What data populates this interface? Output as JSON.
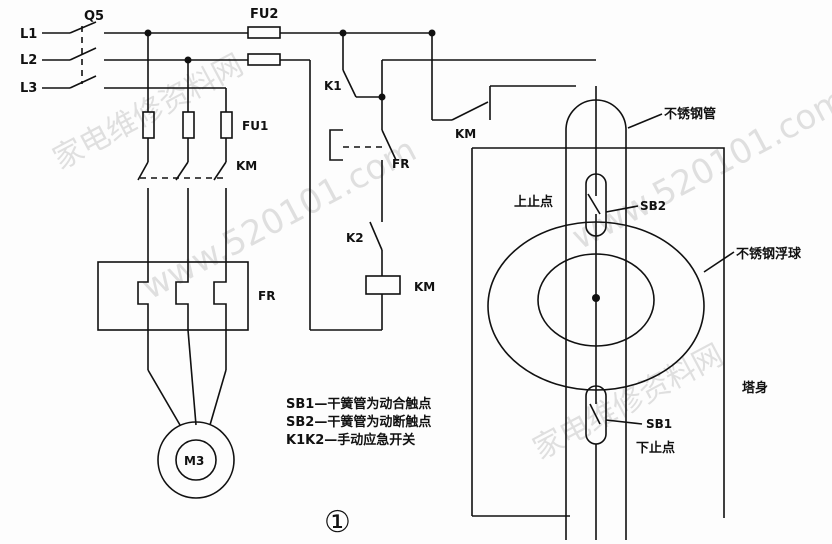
{
  "labels": {
    "l1": "L1",
    "l2": "L2",
    "l3": "L3",
    "q5": "Q5",
    "fu2": "FU2",
    "fu1": "FU1",
    "km_main": "KM",
    "fr_main": "FR",
    "motor": "M3",
    "k1": "K1",
    "fr_ctrl": "FR",
    "k2": "K2",
    "km_coil": "KM",
    "km_contact": "KM",
    "pipe": "不锈钢管",
    "upper_stop": "上止点",
    "sb2": "SB2",
    "float_ball": "不锈钢浮球",
    "tower": "塔身",
    "sb1": "SB1",
    "lower_stop": "下止点",
    "figure_no": "①"
  },
  "notes": [
    "SB1—干簧管为动合触点",
    "SB2—干簧管为动断触点",
    "K1K2—手动应急开关"
  ],
  "watermarks": [
    "家电维修资料网",
    "www.520101.com",
    "家电维修资料网",
    "www.520101.com"
  ]
}
